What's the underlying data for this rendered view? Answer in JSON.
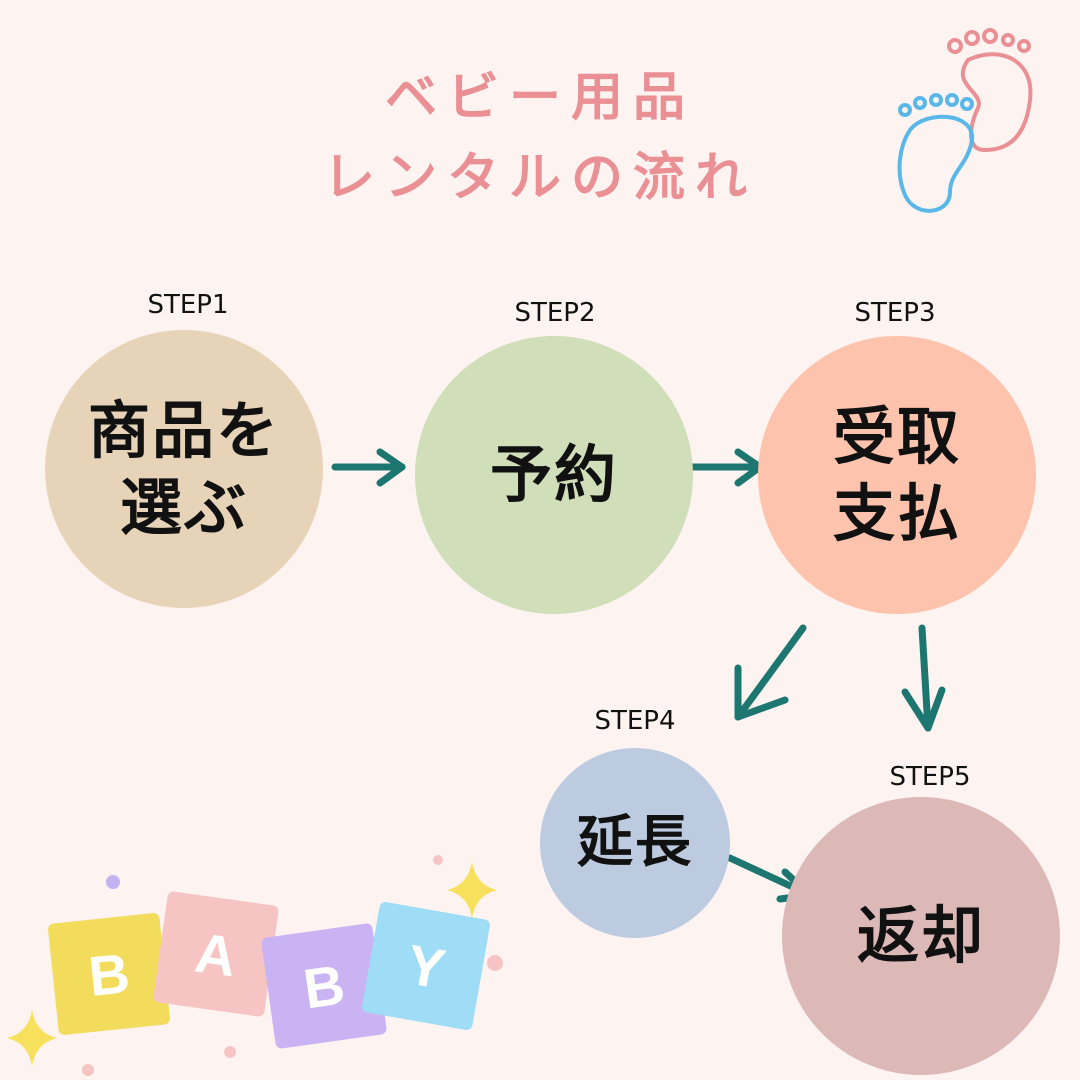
{
  "title": {
    "line1": "ベビー用品",
    "line2": "レンタルの流れ"
  },
  "steps": [
    {
      "label": "STEP1",
      "lines": [
        "商品を",
        "選ぶ"
      ],
      "color": "#e6d3b8"
    },
    {
      "label": "STEP2",
      "lines": [
        "予約"
      ],
      "color": "#d0deb9"
    },
    {
      "label": "STEP3",
      "lines": [
        "受取",
        "支払"
      ],
      "color": "#fec3ad"
    },
    {
      "label": "STEP4",
      "lines": [
        "延長"
      ],
      "color": "#bccbdf"
    },
    {
      "label": "STEP5",
      "lines": [
        "返却"
      ],
      "color": "#dcb9b7"
    }
  ],
  "arrow_color": "#1d7670",
  "baby_blocks": [
    {
      "letter": "B",
      "color": "#f3dc5c"
    },
    {
      "letter": "A",
      "color": "#f7c4c4"
    },
    {
      "letter": "B",
      "color": "#c9b3f2"
    },
    {
      "letter": "Y",
      "color": "#9fdcf6"
    }
  ],
  "icons": [
    "footprints-icon",
    "sparkle-icon"
  ]
}
